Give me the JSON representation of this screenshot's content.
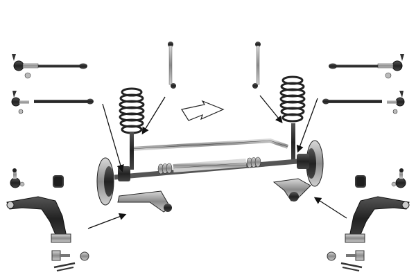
{
  "diagram": {
    "subject": "front-axle-suspension-kit-exploded-view",
    "colors": {
      "background": "#ffffff",
      "metal_dark": "#2b2b2b",
      "metal_mid": "#6e6e6e",
      "metal_light": "#b9b9b9",
      "outline": "#1a1a1a",
      "rubber": "#3a3a3a",
      "arrow": "#111111",
      "direction_arrow_fill": "#ffffff"
    },
    "parts": [
      {
        "name": "tie-rod-end-left-upper"
      },
      {
        "name": "tie-rod-end-left-lower"
      },
      {
        "name": "tie-rod-end-right-upper"
      },
      {
        "name": "tie-rod-end-right-lower"
      },
      {
        "name": "stabilizer-link-left"
      },
      {
        "name": "stabilizer-link-right"
      },
      {
        "name": "coil-spring-left"
      },
      {
        "name": "coil-spring-right"
      },
      {
        "name": "ball-joint-left"
      },
      {
        "name": "ball-joint-right"
      },
      {
        "name": "stabilizer-bushing-left"
      },
      {
        "name": "stabilizer-bushing-right"
      },
      {
        "name": "control-arm-left"
      },
      {
        "name": "control-arm-right"
      },
      {
        "name": "mounting-hardware-left"
      },
      {
        "name": "mounting-hardware-right"
      },
      {
        "name": "axle-assembly"
      }
    ]
  }
}
